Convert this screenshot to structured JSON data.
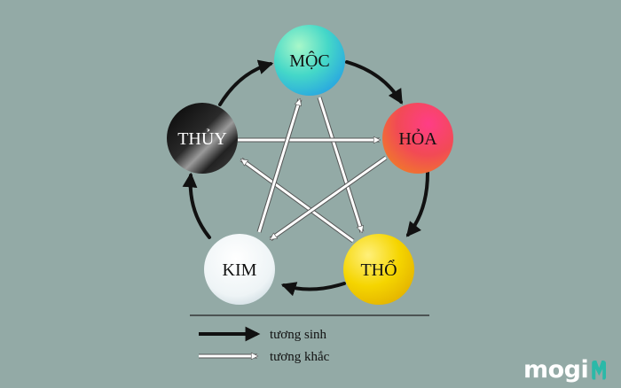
{
  "nodes": {
    "moc": {
      "label": "MỘC"
    },
    "hoa": {
      "label": "HỎA"
    },
    "tho": {
      "label": "THỔ"
    },
    "kim": {
      "label": "KIM"
    },
    "thuy": {
      "label": "THỦY"
    }
  },
  "legend": {
    "generating": "tương sinh",
    "overcoming": "tương khắc"
  },
  "brand": {
    "text": "mogi"
  },
  "colors": {
    "background": "#93aaa6",
    "moc": "#3fd1c8",
    "hoa": "#f0465f",
    "tho": "#f2d400",
    "kim": "#eef3f6",
    "thuy": "#111111",
    "brand_accent": "#2bb9a8"
  }
}
